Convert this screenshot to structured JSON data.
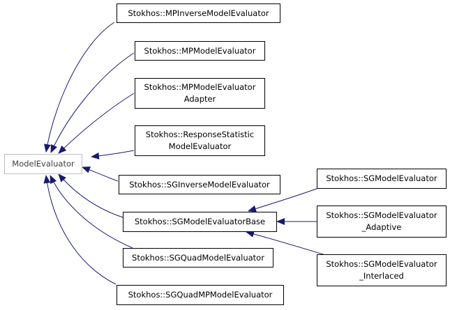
{
  "colors": {
    "edge": "#191970",
    "node_border": "#000000",
    "base_border": "#bfbfbf"
  },
  "nodes": {
    "base": {
      "label": "ModelEvaluator"
    },
    "mp_inverse": {
      "label": "Stokhos::MPInverseModelEvaluator"
    },
    "mp_model": {
      "label": "Stokhos::MPModelEvaluator"
    },
    "mp_adapter": {
      "line1": "Stokhos::MPModelEvaluator",
      "line2": "Adapter"
    },
    "response_stat": {
      "line1": "Stokhos::ResponseStatistic",
      "line2": "ModelEvaluator"
    },
    "sg_inverse": {
      "label": "Stokhos::SGInverseModelEvaluator"
    },
    "sg_base": {
      "label": "Stokhos::SGModelEvaluatorBase"
    },
    "sg_quad": {
      "label": "Stokhos::SGQuadModelEvaluator"
    },
    "sg_quad_mp": {
      "label": "Stokhos::SGQuadMPModelEvaluator"
    },
    "sg_model": {
      "label": "Stokhos::SGModelEvaluator"
    },
    "sg_adaptive": {
      "line1": "Stokhos::SGModelEvaluator",
      "line2": "_Adaptive"
    },
    "sg_interlaced": {
      "line1": "Stokhos::SGModelEvaluator",
      "line2": "_Interlaced"
    }
  }
}
